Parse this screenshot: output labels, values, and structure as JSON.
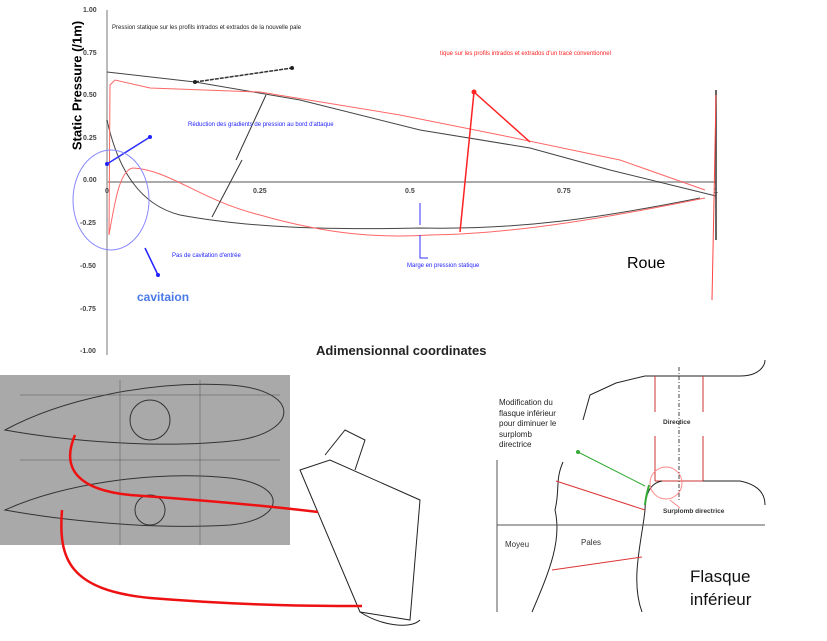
{
  "chart": {
    "ylabel": "Static Pressure (/1m)",
    "xlabel": "Adimensionnal coordinates",
    "yticks": [
      "1.00",
      "0.75",
      "0.50",
      "0.25",
      "0.00",
      "-0.25",
      "-0.50",
      "-0.75",
      "-1.00"
    ],
    "xticks": [
      "0",
      "0.25",
      "0.5",
      "0.75",
      "1"
    ],
    "title_black": "Pression statique sur les profils intrados et extrados de la nouvelle pale",
    "title_red": "tique sur les profils intrados et extrados d'un tracé conventionnel",
    "annotation_gradient": "Réduction des gradients de pression au bord d'attaque",
    "annotation_cavitation_entry": "Pas de cavitation d'entrée",
    "annotation_margin": "Marge en pression statique",
    "cavitation_label": "cavitaion",
    "roue_label": "Roue",
    "colors": {
      "new_blade": "#333333",
      "conventional": "#ff0000",
      "annotation": "#2233ee"
    }
  },
  "flasque": {
    "modification_text": [
      "Modification du",
      "flasque inférieur",
      "pour diminuer le",
      "surplomb",
      "directrice"
    ],
    "directrice_label": "Directice",
    "surplomb_label": "Surplomb directrice",
    "moyeu_label": "Moyeu",
    "pales_label": "Pales",
    "title": [
      "Flasque",
      "inférieur"
    ]
  }
}
